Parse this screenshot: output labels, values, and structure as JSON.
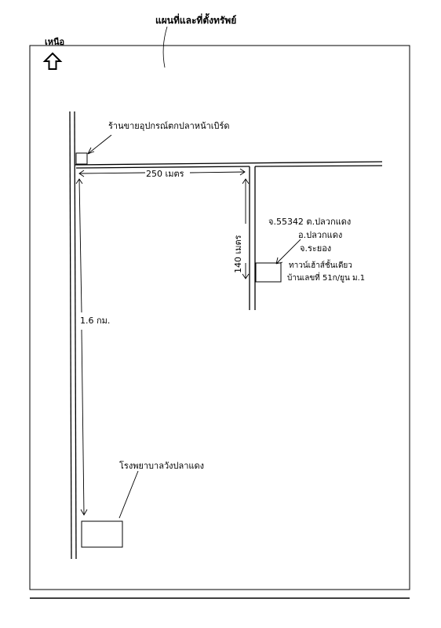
{
  "title": "แผนที่และที่ตั้งทรัพย์",
  "north_label": "เหนือ",
  "icons": {
    "north_arrow": "up-arrow-outline-icon"
  },
  "map": {
    "top_road_label": "250 เมตร",
    "vertical_road_distance": "1.6 กม.",
    "side_road_distance": "140 เมตร",
    "landmark_top": "ร้านขายอุปกรณ์ตกปลาหน้าเบิร์ด",
    "landmark_bottom": "โรงพยาบาลวังปลาแดง",
    "property": {
      "line1": "จ.55342 ต.ปลวกแดง",
      "line2": "อ.ปลวกแดง",
      "line3": "จ.ระยอง",
      "line4": "ทาวน์เฮ้าส์ชั้นเดียว",
      "line5": "บ้านเลขที่ 51ก/ยูน ม.1"
    }
  }
}
